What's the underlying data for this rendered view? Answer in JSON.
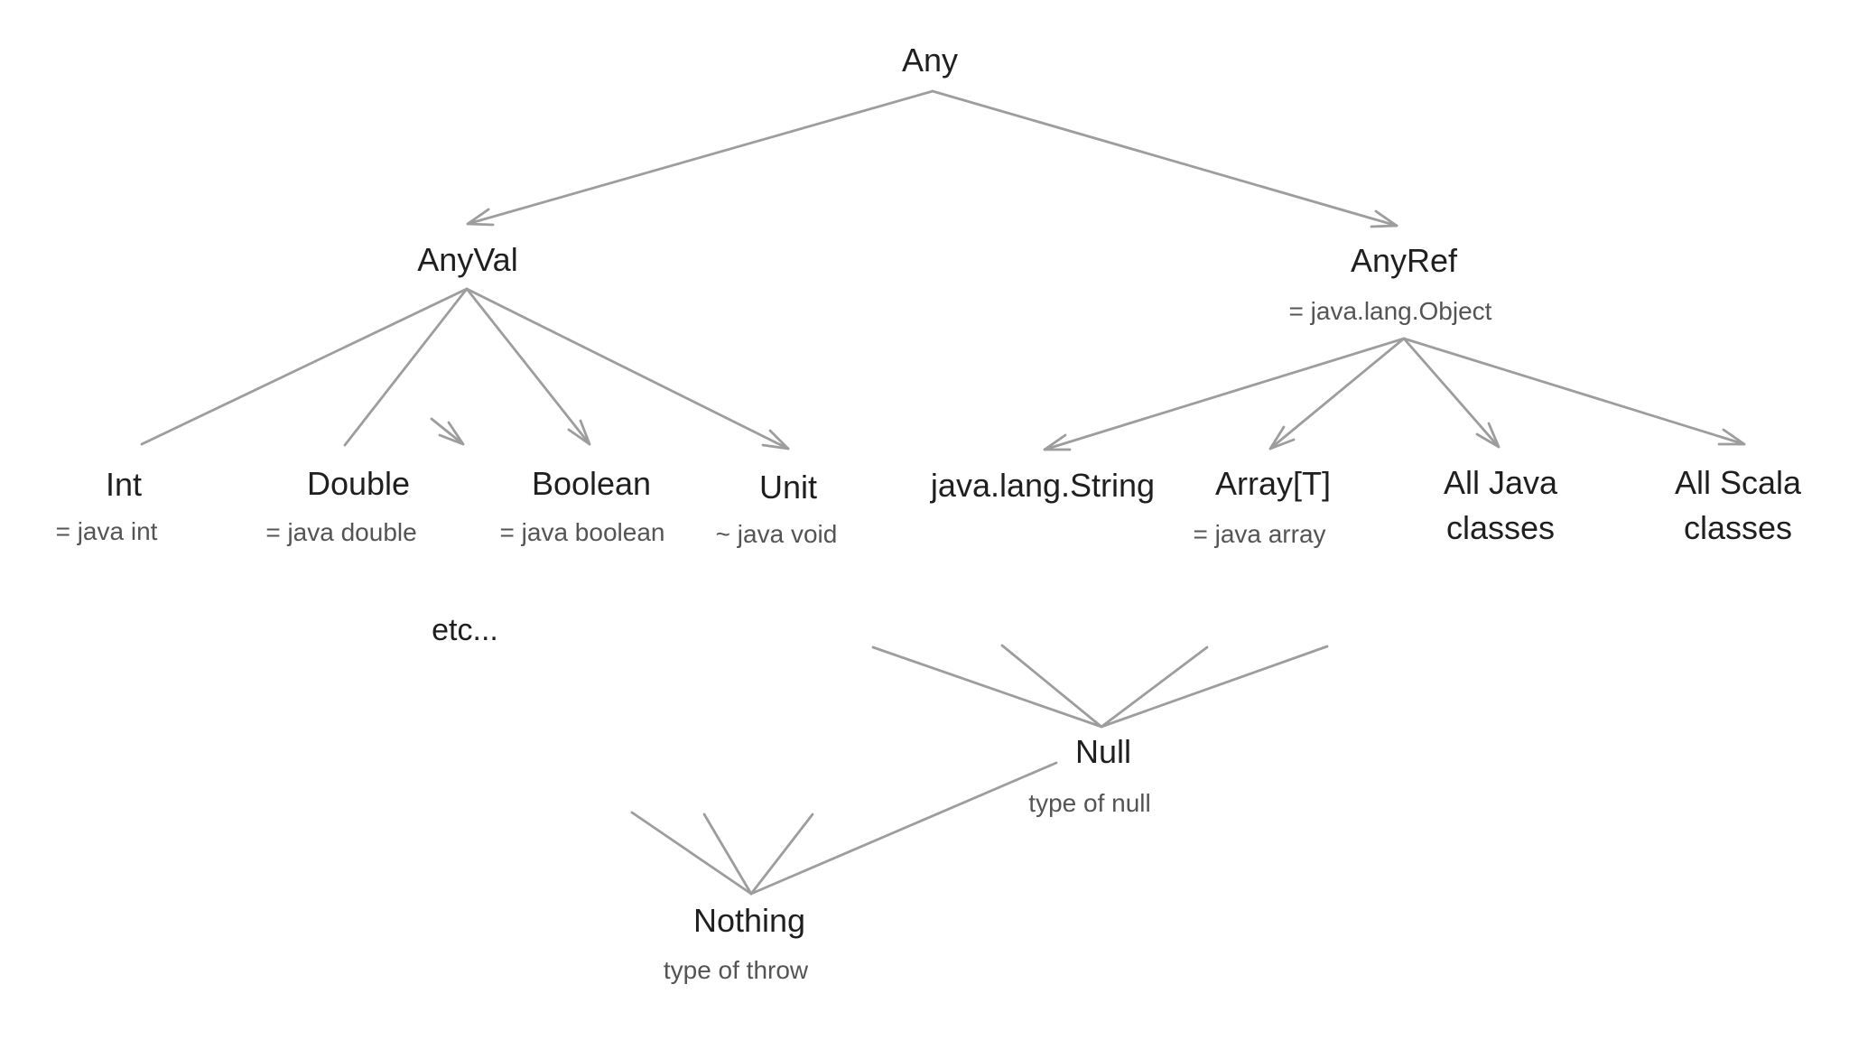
{
  "colors": {
    "background": "#ffffff",
    "line": "#9d9d9d",
    "label": "#1f1f1f",
    "subtitle": "#545454"
  },
  "nodes": {
    "any": {
      "label": "Any"
    },
    "anyval": {
      "label": "AnyVal"
    },
    "anyref": {
      "label": "AnyRef",
      "subtitle": "= java.lang.Object"
    },
    "int": {
      "label": "Int",
      "subtitle": "= java int"
    },
    "double": {
      "label": "Double",
      "subtitle": "= java double"
    },
    "boolean": {
      "label": "Boolean",
      "subtitle": "= java boolean"
    },
    "unit": {
      "label": "Unit",
      "subtitle": "~ java void"
    },
    "java_lang_string": {
      "label": "java.lang.String"
    },
    "array_t": {
      "label": "Array[T]",
      "subtitle": "= java array"
    },
    "all_java": {
      "lines": [
        "All Java",
        "classes"
      ]
    },
    "all_scala": {
      "lines": [
        "All Scala",
        "classes"
      ]
    },
    "etc": {
      "label": "etc..."
    },
    "null": {
      "label": "Null",
      "subtitle": "type of null"
    },
    "nothing": {
      "label": "Nothing",
      "subtitle": "type of throw"
    }
  },
  "edges": [
    {
      "from": "Any",
      "to": "AnyVal",
      "style": "arrow"
    },
    {
      "from": "Any",
      "to": "AnyRef",
      "style": "arrow"
    },
    {
      "from": "AnyVal",
      "to": "Int",
      "style": "line"
    },
    {
      "from": "AnyVal",
      "to": "Double",
      "style": "line"
    },
    {
      "from": "AnyVal",
      "to": "Boolean",
      "style": "arrow"
    },
    {
      "from": "AnyVal",
      "to": "Unit",
      "style": "arrow"
    },
    {
      "from": "AnyRef",
      "to": "java.lang.String",
      "style": "arrow"
    },
    {
      "from": "AnyRef",
      "to": "Array[T]",
      "style": "arrow"
    },
    {
      "from": "AnyRef",
      "to": "All Java classes",
      "style": "arrow"
    },
    {
      "from": "AnyRef",
      "to": "All Scala classes",
      "style": "arrow"
    },
    {
      "from": "AnyRef subtypes",
      "to": "Null",
      "style": "converging lines"
    },
    {
      "from": "Null",
      "to": "Nothing",
      "style": "line"
    },
    {
      "from": "value types",
      "to": "Nothing",
      "style": "converging lines"
    }
  ]
}
